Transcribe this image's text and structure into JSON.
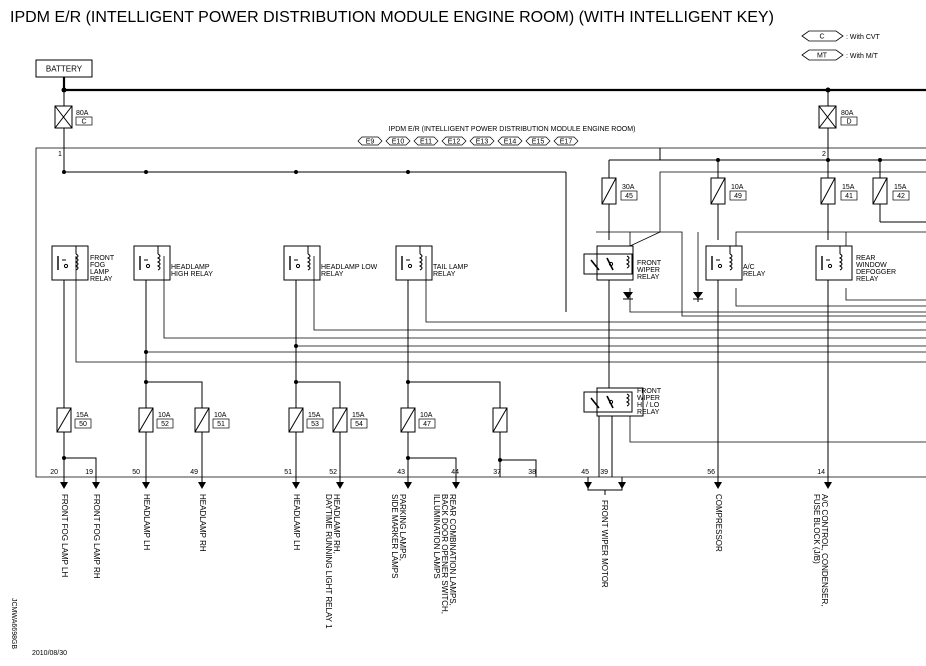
{
  "title": "IPDM E/R (INTELLIGENT POWER DISTRIBUTION MODULE ENGINE ROOM) (WITH INTELLIGENT KEY)",
  "legend": [
    {
      "code": "C",
      "text": ": With CVT"
    },
    {
      "code": "MT",
      "text": ": With M/T"
    }
  ],
  "battery_label": "BATTERY",
  "module_title": "IPDM E/R (INTELLIGENT POWER DISTRIBUTION MODULE ENGINE ROOM)",
  "connectors": [
    "E9",
    "E10",
    "E11",
    "E12",
    "E13",
    "E14",
    "E15",
    "E17"
  ],
  "main_fuses": [
    {
      "rating": "80A",
      "code": "C",
      "terminal": "1"
    },
    {
      "rating": "80A",
      "code": "D",
      "terminal": "2"
    }
  ],
  "upper_fuses": [
    {
      "rating": "30A",
      "num": "45"
    },
    {
      "rating": "10A",
      "num": "49"
    },
    {
      "rating": "15A",
      "num": "41"
    },
    {
      "rating": "15A",
      "num": "42"
    }
  ],
  "relays": [
    {
      "id": "front-fog-lamp-relay",
      "lines": [
        "FRONT",
        "FOG",
        "LAMP",
        "RELAY"
      ]
    },
    {
      "id": "headlamp-high-relay",
      "lines": [
        "HEADLAMP",
        "HIGH RELAY"
      ]
    },
    {
      "id": "headlamp-low-relay",
      "lines": [
        "HEADLAMP LOW",
        "RELAY"
      ]
    },
    {
      "id": "tail-lamp-relay",
      "lines": [
        "TAIL LAMP",
        "RELAY"
      ]
    },
    {
      "id": "front-wiper-relay",
      "lines": [
        "FRONT",
        "WIPER",
        "RELAY"
      ]
    },
    {
      "id": "ac-relay",
      "lines": [
        "A/C",
        "RELAY"
      ]
    },
    {
      "id": "rear-window-defogger-relay",
      "lines": [
        "REAR",
        "WINDOW",
        "DEFOGGER",
        "RELAY"
      ]
    },
    {
      "id": "front-wiper-hi-lo-relay",
      "lines": [
        "FRONT",
        "WIPER",
        "HI / LO",
        "RELAY"
      ]
    }
  ],
  "lower_fuses": [
    {
      "rating": "15A",
      "num": "50"
    },
    {
      "rating": "10A",
      "num": "52"
    },
    {
      "rating": "10A",
      "num": "51"
    },
    {
      "rating": "15A",
      "num": "53"
    },
    {
      "rating": "15A",
      "num": "54"
    },
    {
      "rating": "10A",
      "num": "47"
    },
    {
      "rating": "",
      "num": ""
    }
  ],
  "terminals": [
    "20",
    "19",
    "50",
    "49",
    "51",
    "52",
    "43",
    "44",
    "37",
    "38",
    "45",
    "39",
    "56",
    "14"
  ],
  "outputs": [
    {
      "id": "front-fog-lamp-lh",
      "lines": [
        "FRONT FOG LAMP LH"
      ]
    },
    {
      "id": "front-fog-lamp-rh",
      "lines": [
        "FRONT FOG LAMP RH"
      ]
    },
    {
      "id": "headlamp-lh-high",
      "lines": [
        "HEADLAMP LH"
      ]
    },
    {
      "id": "headlamp-rh-high",
      "lines": [
        "HEADLAMP RH"
      ]
    },
    {
      "id": "headlamp-lh-low",
      "lines": [
        "HEADLAMP LH"
      ]
    },
    {
      "id": "headlamp-rh-low",
      "lines": [
        "HEADLAMP RH,",
        "DAYTIME RUNNING LIGHT RELAY 1"
      ]
    },
    {
      "id": "parking-lamps",
      "lines": [
        "PARKING LAMPS,",
        "SIDE MARKER LAMPS"
      ]
    },
    {
      "id": "rear-combination-lamps",
      "lines": [
        "REAR COMBINATION LAMPS,",
        "BACK DOOR OPENER SWITCH,",
        "ILLUMINATION LAMPS"
      ]
    },
    {
      "id": "front-wiper-motor",
      "lines": [
        "FRONT WIPER MOTOR"
      ]
    },
    {
      "id": "compressor",
      "lines": [
        "COMPRESSOR"
      ]
    },
    {
      "id": "ac-control",
      "lines": [
        "A/C CONTROL, CONDENSER,",
        "FUSE BLOCK (J/B)"
      ]
    }
  ],
  "doc_code": "JCMWA6698GB",
  "date": "2010/08/30"
}
